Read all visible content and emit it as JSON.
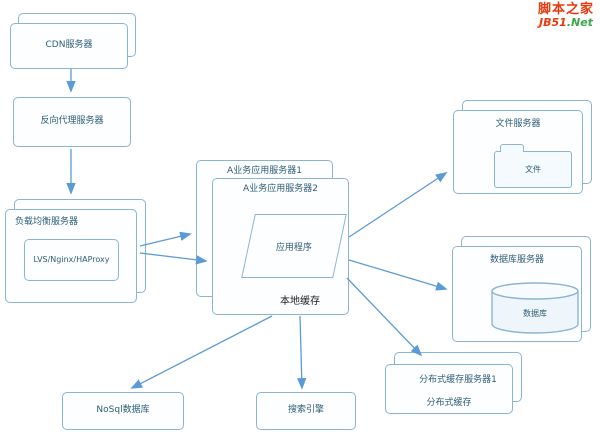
{
  "logo": {
    "site_name": "脚本之家",
    "domain_red": "JB51",
    "domain_green": ".Net"
  },
  "nodes": {
    "cdn": {
      "label": "CDN服务器"
    },
    "reverse_proxy": {
      "label": "反向代理服务器"
    },
    "load_balancer": {
      "label": "负载均衡服务器",
      "inner_label": "LVS/Nginx/HAProxy"
    },
    "app_server_back": {
      "label": "A业务应用服务器1"
    },
    "app_server_front": {
      "label": "A业务应用服务器2",
      "app_label": "应用程序",
      "cache_label": "本地缓存"
    },
    "file_server": {
      "label": "文件服务器",
      "inner_label": "文件"
    },
    "db_server": {
      "label": "数据库服务器",
      "inner_label": "数据库"
    },
    "dist_cache": {
      "label_back": "分布式缓存服务器1",
      "label_front": "分布式缓存"
    },
    "nosql": {
      "label": "NoSql数据库"
    },
    "search": {
      "label": "搜索引擎"
    }
  },
  "colors": {
    "box_border": "#8cb4d2",
    "box_fill": "#fdfeff",
    "text": "#2e5d77",
    "arrow": "#5b9bd5",
    "logo_red": "#e8380d",
    "logo_green": "#39a84a"
  }
}
